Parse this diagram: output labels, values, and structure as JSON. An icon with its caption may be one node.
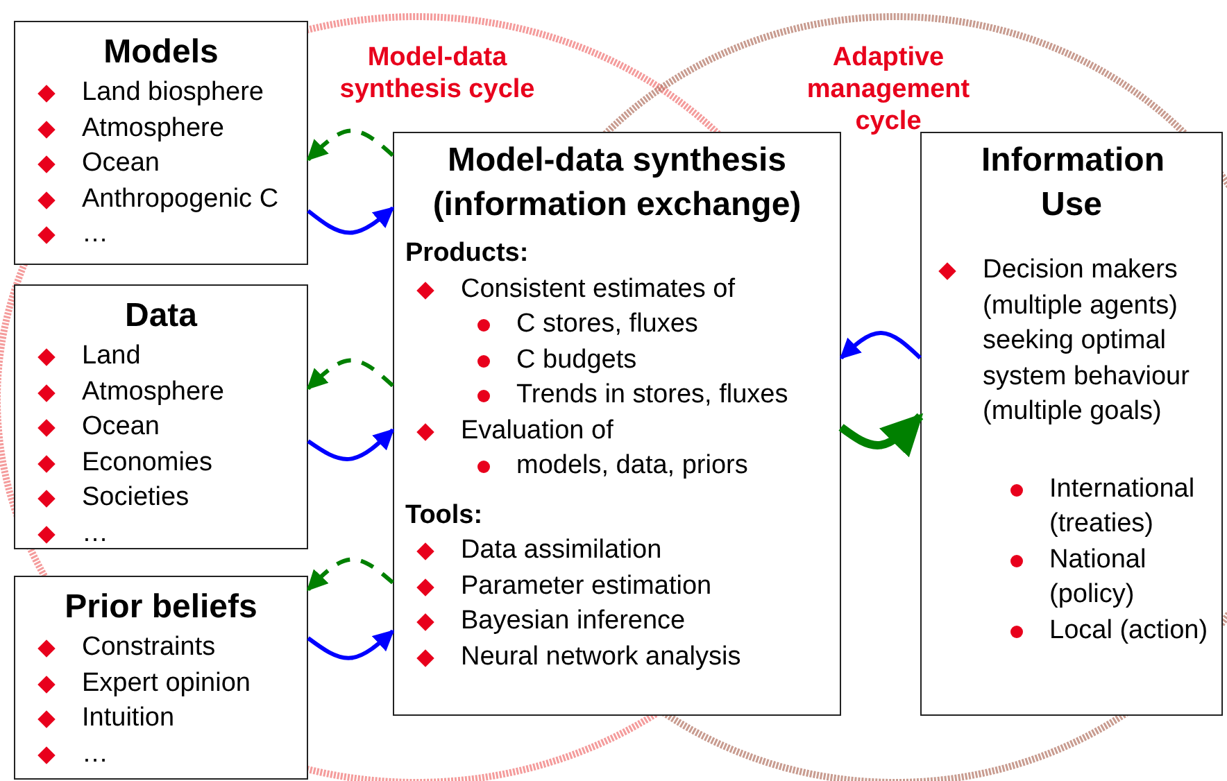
{
  "diagram": {
    "nodes": [
      {
        "text": [
          "Models",
          "Land biosphere",
          "Atmosphere",
          "Ocean",
          "Anthropogenic C",
          "…"
        ]
      },
      {
        "text": [
          "Data",
          "Land",
          "Atmosphere",
          "Ocean",
          "Economies",
          "Societies",
          "…"
        ]
      },
      {
        "text": [
          "Prior beliefs",
          "Constraints",
          "Expert opinion",
          "Intuition",
          "…"
        ]
      },
      {
        "text": [
          "Model-data synthesis (information exchange)",
          "Products:",
          "Consistent estimates of",
          "C stores, fluxes",
          "C budgets",
          "Trends in stores, fluxes",
          "Evaluation of",
          "models, data, priors",
          "Tools:",
          "Data assimilation",
          "Parameter estimation",
          "Bayesian inference",
          "Neural network analysis"
        ]
      },
      {
        "text": [
          "Information Use",
          "Decision makers (multiple agents) seeking optimal system behaviour (multiple goals)",
          "International (treaties)",
          "National (policy)",
          "Local (action)"
        ]
      }
    ],
    "edges": [
      {
        "from": 3,
        "to": 0,
        "arrow": "to",
        "style": "dashed",
        "color": "#008000"
      },
      {
        "from": 0,
        "to": 3,
        "arrow": "to",
        "color": "#0000ff"
      },
      {
        "from": 3,
        "to": 1,
        "arrow": "to",
        "style": "dashed",
        "color": "#008000"
      },
      {
        "from": 1,
        "to": 3,
        "arrow": "to",
        "color": "#0000ff"
      },
      {
        "from": 3,
        "to": 2,
        "arrow": "to",
        "style": "dashed",
        "color": "#008000"
      },
      {
        "from": 2,
        "to": 3,
        "arrow": "to",
        "color": "#0000ff"
      },
      {
        "from": 4,
        "to": 3,
        "arrow": "to",
        "color": "#0000ff"
      },
      {
        "from": 3,
        "to": 4,
        "arrow": "to",
        "style": "thick",
        "color": "#008000"
      }
    ],
    "labels": [
      "Model-data synthesis cycle",
      "Adaptive management cycle"
    ]
  }
}
